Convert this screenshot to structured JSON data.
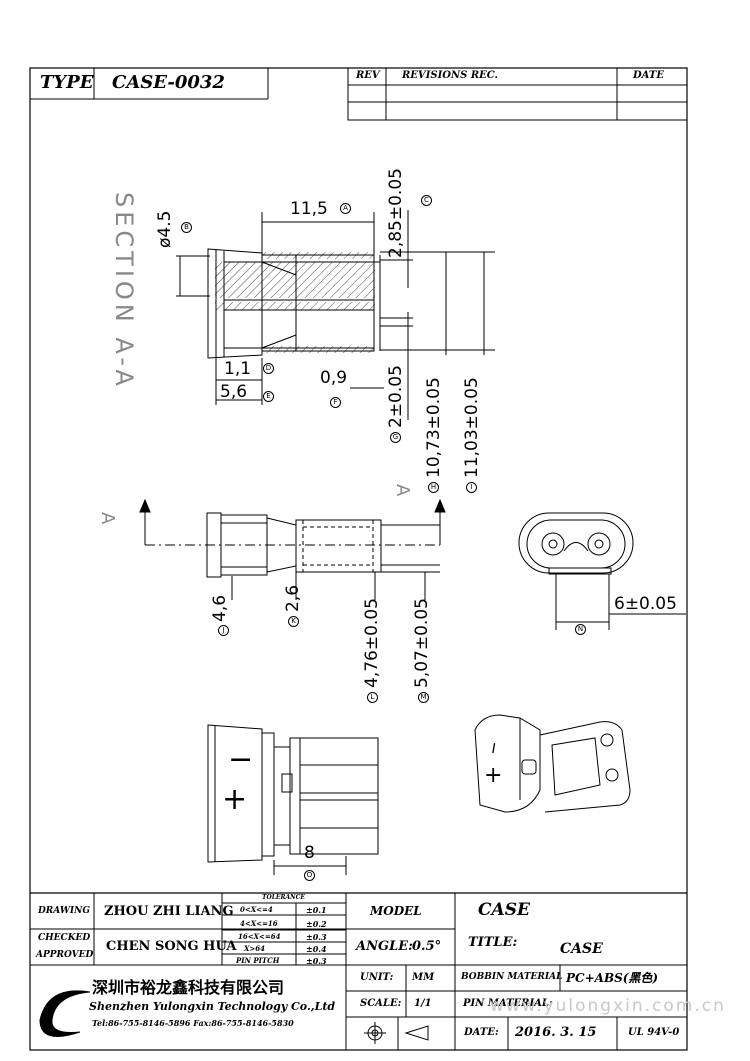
{
  "header": {
    "type_label": "TYPE",
    "type_value": "CASE-0032",
    "rev_label": "REV",
    "revisions_label": "REVISIONS REC.",
    "date_label": "DATE"
  },
  "drawing": {
    "section_label": "SECTION A-A",
    "arrow_label_left": "A",
    "arrow_label_right": "A",
    "dimensions": {
      "d_11_5": "11,5",
      "d_phi_4_5": "ø4.5",
      "d_2_85": "2,85±0.05",
      "d_1_1": "1,1",
      "d_5_6": "5,6",
      "d_0_9": "0,9",
      "d_2": "2±0.05",
      "d_10_73": "10,73±0.05",
      "d_11_03": "11,03±0.05",
      "d_4_6": "4,6",
      "d_2_6": "2,6",
      "d_4_76": "4,76±0.05",
      "d_5_07": "5,07±0.05",
      "d_6": "6±0.05",
      "d_8": "8"
    },
    "markers": {
      "A": "A",
      "B": "B",
      "C": "C",
      "D": "D",
      "E": "E",
      "F": "F",
      "G": "G",
      "H": "H",
      "I": "I",
      "J": "J",
      "K": "K",
      "L": "L",
      "M": "M",
      "N": "N",
      "O": "O"
    },
    "polarity_minus": "−",
    "polarity_plus": "+"
  },
  "title_block": {
    "drawing_label": "DRAWING",
    "drawing_value": "ZHOU ZHI LIANG",
    "checked_label": "CHECKED",
    "approved_label": "APPROVED",
    "checked_value": "CHEN SONG HUA",
    "tolerance_title": "TOLERANCE",
    "tolerance_rows": [
      {
        "range": "0<X<=4",
        "value": "±0.1"
      },
      {
        "range": "4<X<=16",
        "value": "±0.2"
      },
      {
        "range": "16<X<=64",
        "value": "±0.3"
      },
      {
        "range": "X>64",
        "value": "±0.4"
      },
      {
        "range": "PIN PITCH",
        "value": "±0.3"
      }
    ],
    "model_label": "MODEL",
    "model_value": "CASE",
    "angle_label": "ANGLE:",
    "angle_value": "0.5°",
    "title_label": "TITLE:",
    "title_value": "CASE",
    "unit_label": "UNIT:",
    "unit_value": "MM",
    "scale_label": "SCALE:",
    "scale_value": "1/1",
    "bobbin_material_label": "BOBBIN MATERIAL",
    "bobbin_material_value": "PC+ABS(黑色)",
    "pin_material_label": "PIN MATERIAL:",
    "date_label": "DATE:",
    "date_value": "2016. 3. 15",
    "ul_value": "UL 94V-0",
    "company_cn": "深圳市裕龙鑫科技有限公司",
    "company_en": "Shenzhen Yulongxin Technology Co.,Ltd",
    "company_contact": "Tel:86-755-8146-5896  Fax:86-755-8146-5830",
    "watermark": "www.yulongxin.com.cn"
  }
}
